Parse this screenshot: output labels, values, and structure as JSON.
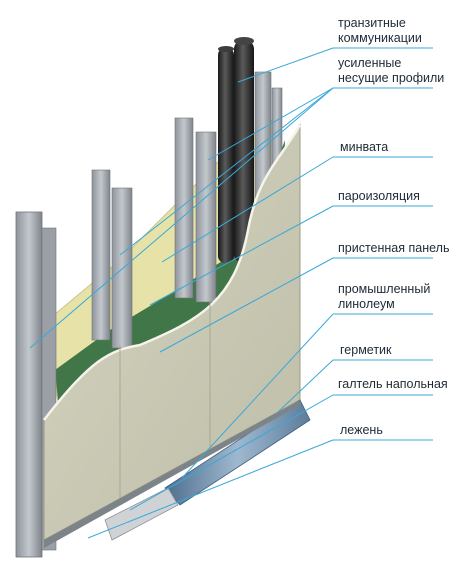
{
  "labels": {
    "transit": "транзитные\nкоммуникации",
    "profiles": "усиленные\nнесущие профили",
    "minvata": "минвата",
    "vapor": "пароизоляция",
    "panel": "пристенная панель",
    "linoleum": "промышленный\nлинолеум",
    "sealant": "герметик",
    "fillet": "галтель напольная",
    "lezhen": "лежень"
  },
  "colors": {
    "leader": "#3aa8d8",
    "panel": "#c9c9b4",
    "insulation": "#e6e2a8",
    "vapor": "#2f6a3d",
    "steel": "#a9aeb4",
    "pipe": "#2b2b2b",
    "linoleum": "#6f8fae"
  }
}
